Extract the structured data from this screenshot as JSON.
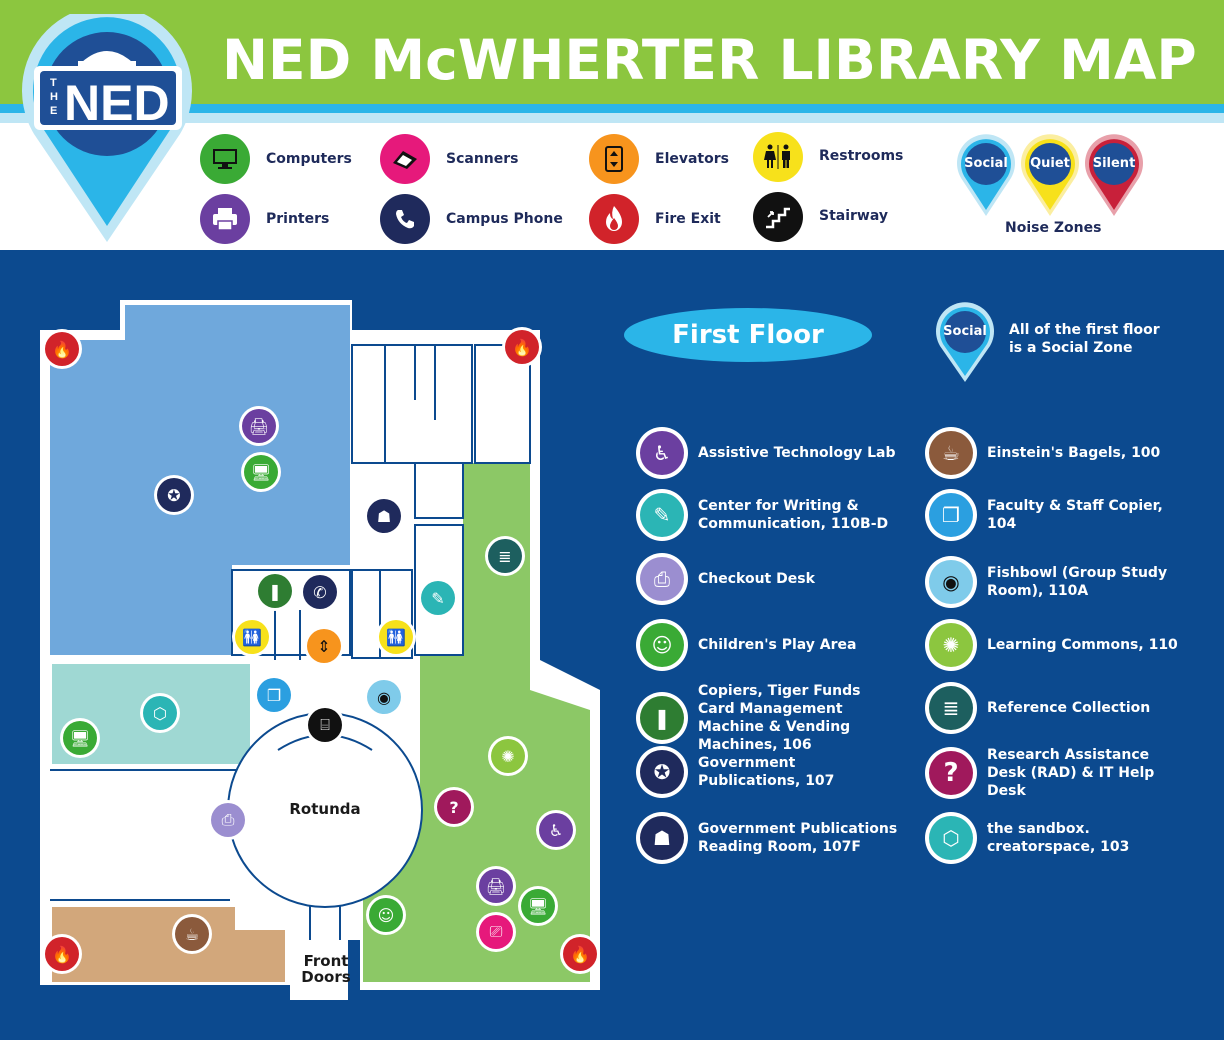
{
  "header": {
    "title": "NED McWHERTER LIBRARY MAP",
    "logo": {
      "small": "THE",
      "big": "NED"
    }
  },
  "legend": [
    {
      "label": "Computers",
      "icon": "computer-icon",
      "color": "#3aaa35",
      "glyph": "🖥"
    },
    {
      "label": "Printers",
      "icon": "printer-icon",
      "color": "#6b3fa0",
      "glyph": "🖨"
    },
    {
      "label": "Scanners",
      "icon": "scanner-icon",
      "color": "#e6197b",
      "glyph": "⎚"
    },
    {
      "label": "Campus Phone",
      "icon": "phone-icon",
      "color": "#1f2a5c",
      "glyph": "✆"
    },
    {
      "label": "Elevators",
      "icon": "elevator-icon",
      "color": "#f7941d",
      "glyph": "⇕"
    },
    {
      "label": "Fire Exit",
      "icon": "fire-icon",
      "color": "#d1232a",
      "glyph": "🔥"
    },
    {
      "label": "Restrooms",
      "icon": "restroom-icon",
      "color": "#f7e11b",
      "glyph": "🚻"
    },
    {
      "label": "Stairway",
      "icon": "stairway-icon",
      "color": "#111111",
      "glyph": "⌸"
    }
  ],
  "noise_zones": {
    "title": "Noise Zones",
    "zones": [
      {
        "label": "Social",
        "color": "#2bb5e8"
      },
      {
        "label": "Quiet",
        "color": "#f7e11b"
      },
      {
        "label": "Silent",
        "color": "#c8203a"
      }
    ]
  },
  "floor": {
    "name": "First Floor",
    "zone_badge": "Social",
    "zone_note": "All of the first floor is a Social Zone"
  },
  "key_left": [
    {
      "label": "Assistive Technology Lab",
      "icon": "wheelchair-icon",
      "color": "#6b3fa0",
      "glyph": "♿"
    },
    {
      "label": "Center for Writing & Communication, 110B-D",
      "icon": "writing-icon",
      "color": "#2bb5b5",
      "glyph": "✎"
    },
    {
      "label": "Checkout Desk",
      "icon": "checkout-desk-icon",
      "color": "#9b8ed0",
      "glyph": "⎙"
    },
    {
      "label": "Children's Play Area",
      "icon": "child-icon",
      "color": "#3aaa35",
      "glyph": "☺"
    },
    {
      "label": "Copiers, Tiger Funds Card Management Machine & Vending Machines, 106",
      "icon": "bottle-icon",
      "color": "#2e7d32",
      "glyph": "❚"
    },
    {
      "label": "Government Publications, 107",
      "icon": "government-seal-icon",
      "color": "#1f2a5c",
      "glyph": "✪"
    },
    {
      "label": "Government Publications Reading Room, 107F",
      "icon": "reader-icon",
      "color": "#1f2a5c",
      "glyph": "☗"
    }
  ],
  "key_right": [
    {
      "label": "Einstein's Bagels, 100",
      "icon": "coffee-icon",
      "color": "#8b5a3c",
      "glyph": "☕"
    },
    {
      "label": "Faculty & Staff Copier, 104",
      "icon": "copier-icon",
      "color": "#2b9fe0",
      "glyph": "❐"
    },
    {
      "label": "Fishbowl (Group Study Room), 110A",
      "icon": "fishbowl-icon",
      "color": "#7fcbea",
      "glyph": "◉"
    },
    {
      "label": "Learning Commons, 110",
      "icon": "lightbulb-icon",
      "color": "#8cc63f",
      "glyph": "✺"
    },
    {
      "label": "Reference Collection",
      "icon": "books-icon",
      "color": "#1d5f5f",
      "glyph": "≣"
    },
    {
      "label": "Research Assistance Desk (RAD) & IT Help Desk",
      "icon": "question-icon",
      "color": "#a0195c",
      "glyph": "?"
    },
    {
      "label": "the sandbox. creatorspace, 103",
      "icon": "cube-icon",
      "color": "#2bb5b5",
      "glyph": "⬡"
    }
  ],
  "map": {
    "rotunda": "Rotunda",
    "front_doors": "Front Doors",
    "colors": {
      "gov_pubs": "#6fa8dc",
      "sandbox": "#9fd8d3",
      "learning_commons": "#8cc866",
      "bagels": "#d2a77b",
      "walls": "#ffffff",
      "background": "#0c4a8f"
    }
  }
}
